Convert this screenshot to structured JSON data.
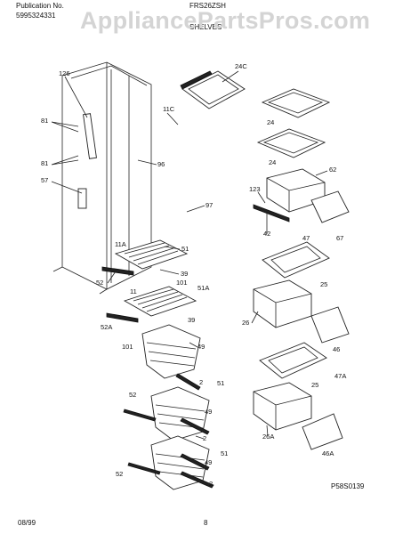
{
  "header": {
    "publication_label": "Publication No.",
    "publication_number": "5995324331",
    "model": "FRS26ZSH",
    "section": "SHELVES"
  },
  "watermark": "AppliancePartsPros.com",
  "diagram_code": "P58S0139",
  "footer": {
    "date": "08/99",
    "page": "8"
  },
  "callouts": [
    "126",
    "81",
    "81",
    "57",
    "11C",
    "96",
    "97",
    "24C",
    "24",
    "24",
    "62",
    "123",
    "42",
    "67",
    "47",
    "25",
    "26",
    "46",
    "47A",
    "25",
    "26A",
    "46A",
    "11A",
    "51",
    "39",
    "52",
    "101",
    "51A",
    "11",
    "39",
    "52A",
    "101",
    "49",
    "2",
    "51",
    "49",
    "52",
    "2",
    "49",
    "51",
    "52",
    "2"
  ]
}
